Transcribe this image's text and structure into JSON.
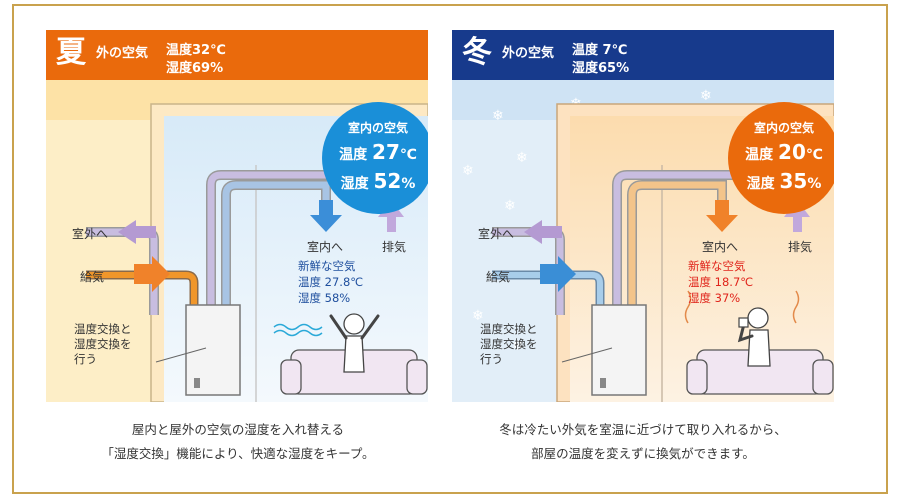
{
  "summer": {
    "season": "夏",
    "outside_label": "外の空気",
    "outside_temp": "温度32℃",
    "outside_humidity": "湿度69%",
    "room_title": "室内の空気",
    "room_temp_prefix": "温度",
    "room_temp_value": "27",
    "room_temp_unit": "℃",
    "room_hum_prefix": "湿度",
    "room_hum_value": "52",
    "room_hum_unit": "%",
    "to_outside": "室外へ",
    "supply": "給気",
    "to_room": "室内へ",
    "exhaust": "排気",
    "fresh_title": "新鮮な空気",
    "fresh_temp": "温度 27.8℃",
    "fresh_humidity": "湿度 58%",
    "device_line1": "温度交換と",
    "device_line2": "湿度交換を",
    "device_line3": "行う",
    "caption_line1": "屋内と屋外の空気の湿度を入れ替える",
    "caption_line2": "「湿度交換」機能により、快適な湿度をキープ。",
    "colors": {
      "header": "#ea6a0c",
      "bubble": "#1a8fd8",
      "outside_bg": "#fde9b8",
      "room_bg": "#e6f2fb"
    }
  },
  "winter": {
    "season": "冬",
    "outside_label": "外の空気",
    "outside_temp": "温度  7℃",
    "outside_humidity": "湿度65%",
    "room_title": "室内の空気",
    "room_temp_prefix": "温度",
    "room_temp_value": "20",
    "room_temp_unit": "℃",
    "room_hum_prefix": "湿度",
    "room_hum_value": "35",
    "room_hum_unit": "%",
    "to_outside": "室外へ",
    "supply": "給気",
    "to_room": "室内へ",
    "exhaust": "排気",
    "fresh_title": "新鮮な空気",
    "fresh_temp": "温度 18.7℃",
    "fresh_humidity": "湿度 37%",
    "device_line1": "温度交換と",
    "device_line2": "湿度交換を",
    "device_line3": "行う",
    "caption_line1": "冬は冷たい外気を室温に近づけて取り入れるから、",
    "caption_line2": "部屋の温度を変えずに換気ができます。",
    "colors": {
      "header": "#173a8c",
      "bubble": "#ea6a0c",
      "outside_bg": "#e3eff9",
      "room_bg": "#fde8c8"
    }
  }
}
